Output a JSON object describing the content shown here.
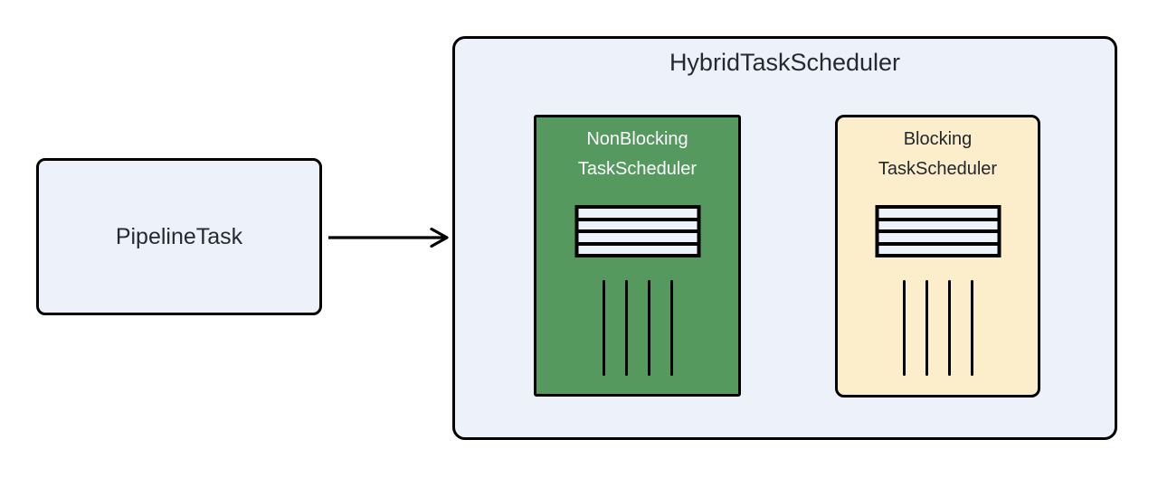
{
  "pipeline_task": {
    "label": "PipelineTask"
  },
  "hybrid_scheduler": {
    "title": "HybridTaskScheduler",
    "schedulers": [
      {
        "name_line1": "NonBlocking",
        "name_line2": "TaskScheduler",
        "fill": "#56995f",
        "text_color": "#fbfcff",
        "queue_rows": 4,
        "thread_lines": 4
      },
      {
        "name_line1": "Blocking",
        "name_line2": "TaskScheduler",
        "fill": "#fdeecb",
        "text_color": "#22262e",
        "queue_rows": 4,
        "thread_lines": 4
      }
    ]
  },
  "icons": {
    "arrow": "arrow-right-icon",
    "queue": "queue-icon",
    "threads": "threads-icon"
  },
  "colors": {
    "background": "#ffffff",
    "panel_fill": "#edf1fa",
    "border": "#000000",
    "queue_row_fill": "#eef2fb",
    "title_text": "#242933"
  }
}
